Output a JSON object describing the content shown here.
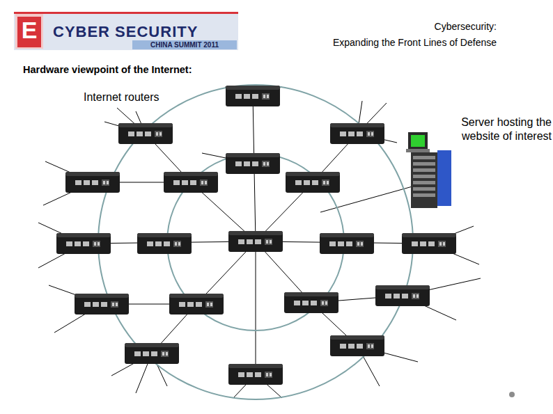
{
  "diagram": {
    "title": "Hardware viewpoint of the Internet:",
    "nodes": [
      {
        "text": [
          "Server hosting the website of interest"
        ]
      }
    ],
    "labels": [
      "E",
      "CYBER SECURITY",
      "CHINA SUMMIT 2011",
      "Cybersecurity: Expanding the Front Lines of Defense",
      "Internet routers"
    ]
  }
}
